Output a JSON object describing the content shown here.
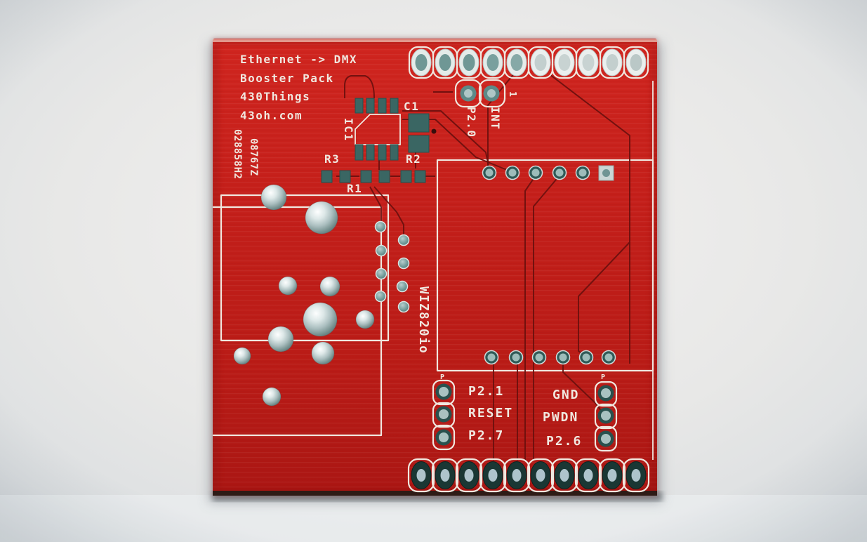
{
  "colors": {
    "board-red": "#c1201b",
    "silkscreen": "#f0e7df",
    "pad-teal": "#6f9795",
    "trace-dark": "#6b100e",
    "background": "#e9e9e8"
  },
  "silkscreen": {
    "title_lines": [
      "Ethernet -> DMX",
      "Booster Pack",
      "430Things",
      "43oh.com"
    ],
    "fab_numbers": [
      "08767Z",
      "028858H2"
    ],
    "component_labels": {
      "ic1": "IC1",
      "c1": "C1",
      "r1": "R1",
      "r2": "R2",
      "r3": "R3"
    },
    "int_header": {
      "pin1_label": "1",
      "signal": "INT",
      "pin_name": "P2.0"
    },
    "module_label": "WIZ820io",
    "left_pin_header": {
      "pin1_mark": "P",
      "labels": [
        "P2.1",
        "RESET",
        "P2.7"
      ]
    },
    "right_pin_header": {
      "pin1_mark": "P",
      "labels": [
        "GND",
        "PWDN",
        "P2.6"
      ]
    }
  }
}
